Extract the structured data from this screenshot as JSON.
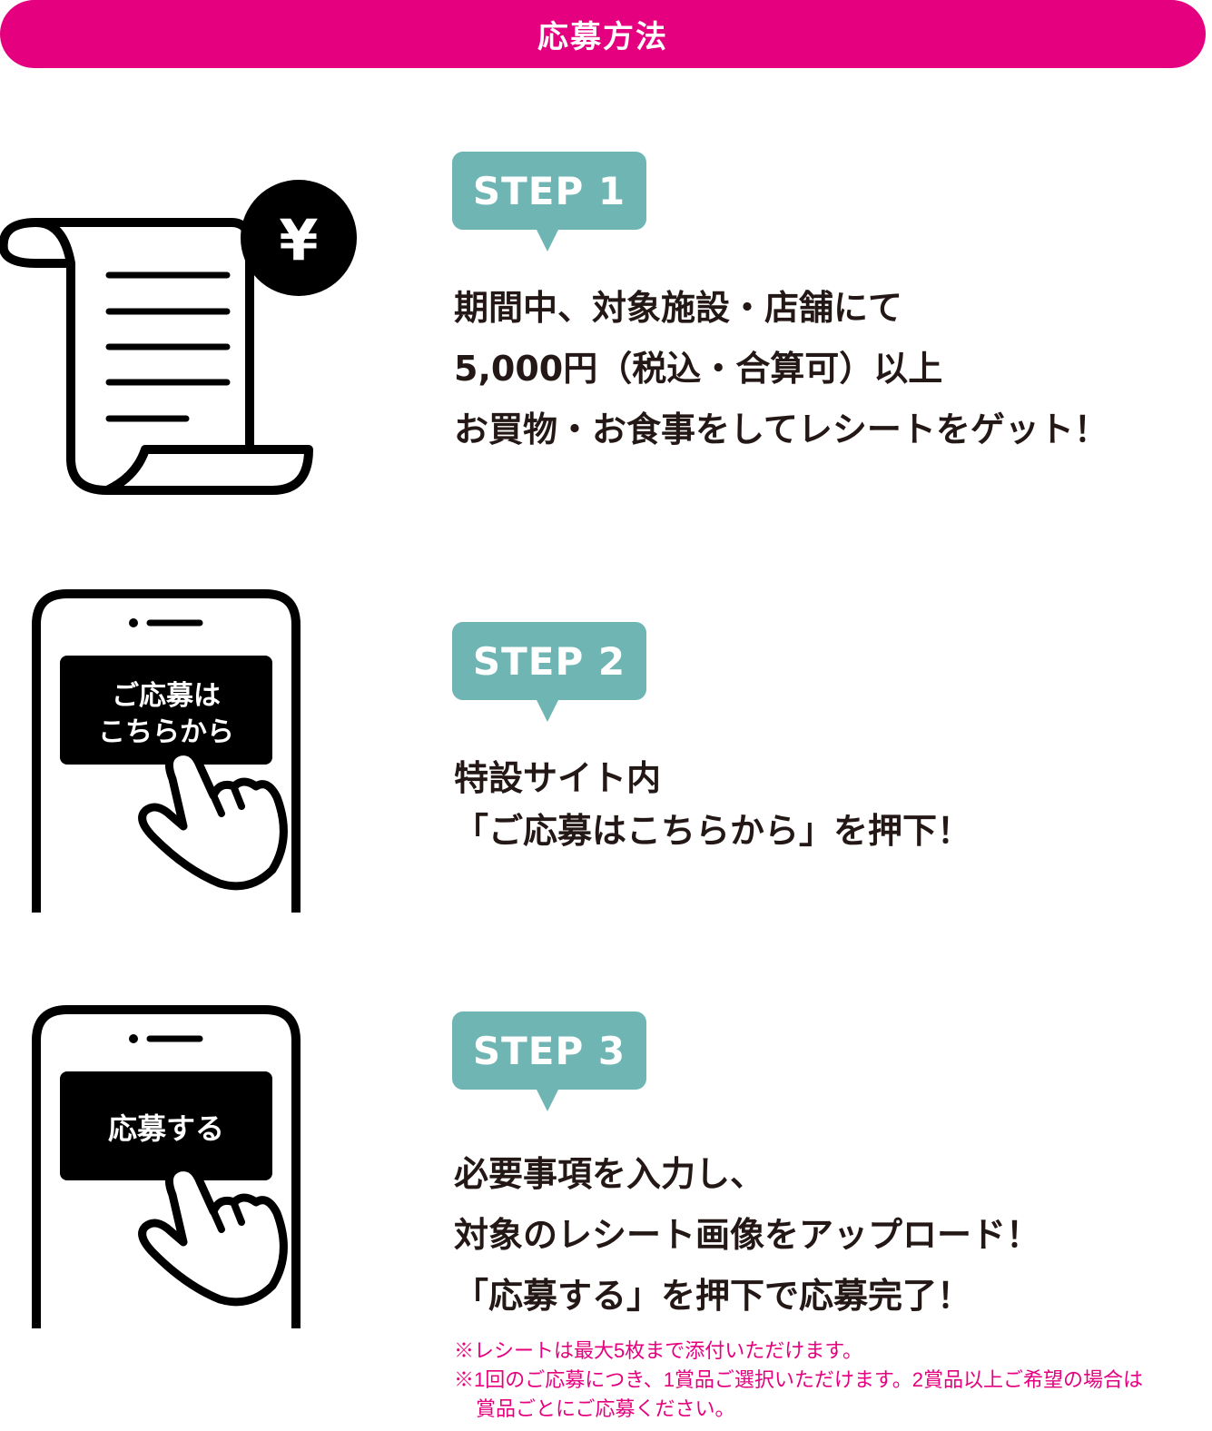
{
  "header": {
    "title": "応募方法"
  },
  "steps": [
    {
      "label": "STEP 1",
      "lines": [
        "期間中、対象施設・店舗にて",
        "5,000円（税込・合算可）以上",
        "お買物・お食事をしてレシートをゲット！"
      ],
      "icon": "receipt-yen-icon",
      "icon_text": "¥"
    },
    {
      "label": "STEP 2",
      "lines": [
        "特設サイト内",
        "「ご応募はこちらから」を押下！"
      ],
      "icon": "smartphone-tap-icon",
      "screen_button_lines": [
        "ご応募は",
        "こちらから"
      ]
    },
    {
      "label": "STEP 3",
      "lines": [
        "必要事項を入力し、",
        "対象のレシート画像をアップロード！",
        "「応募する」を押下で応募完了！"
      ],
      "icon": "smartphone-tap-icon",
      "screen_button_lines": [
        "応募する"
      ]
    }
  ],
  "notes": [
    "※レシートは最大5枚まで添付いただけます。",
    "※1回のご応募につき、1賞品ご選択いただけます。2賞品以上ご希望の場合は",
    "賞品ごとにご応募ください。"
  ],
  "colors": {
    "accent": "#e4007f",
    "step_bubble": "#6fb5b3",
    "text": "#231815",
    "icon": "#000000"
  }
}
